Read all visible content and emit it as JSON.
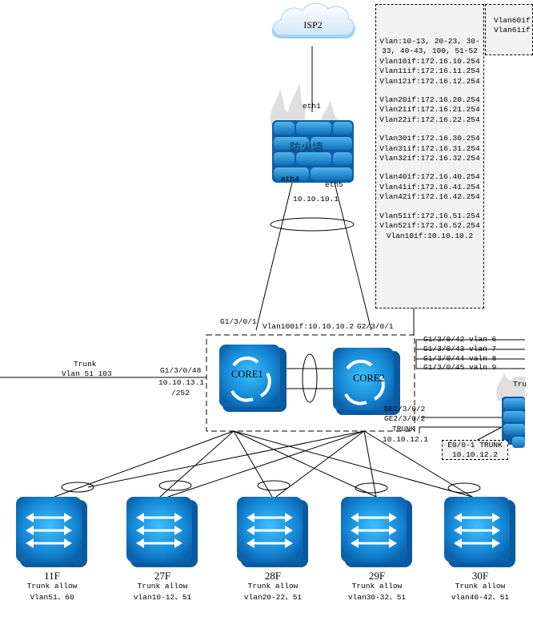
{
  "cloud": {
    "label": "ISP2"
  },
  "firewall": {
    "label": "防火墙",
    "port_top": "eth1",
    "port_left": "eth4",
    "port_right": "eth5",
    "ip": "10.10.10.1"
  },
  "vlan_note": {
    "lines": [
      "Vlan:10-13, 20-23, 30-",
      "33, 40-43, 100, 51-52",
      "Vlan10if:172.16.10.254",
      "Vlan11if:172.16.11.254",
      "Vlan12if:172.16.12.254",
      "",
      "Vlan20if:172.16.20.254",
      "Vlan21if:172.16.21.254",
      "Vlan22if:172.16.22.254",
      "",
      "Vlan30if:172.16.30.254",
      "Vlan31if:172.16.31.254",
      "Vlan32if:172.16.32.254",
      "",
      "Vlan40if:172.16.40.254",
      "Vlan41if:172.16.41.254",
      "Vlan42if:172.16.42.254",
      "",
      "Vlan51if:172.16.51.254",
      "Vlan52if:172.16.52.254",
      "Vlan10if:10.10.10.2"
    ]
  },
  "vlan_note_2": {
    "lines": [
      "Vlan60if",
      "Vlan61if"
    ]
  },
  "core": {
    "core1": "CORE1",
    "core2": "CORE2",
    "port_left_up": "G1/3/0/1",
    "port_right_up": "G2/3/0/1",
    "vlanif": "Vlan100if:10.10.10.2",
    "left_trunk": "Trunk",
    "left_vlan": "Vlan 51 103",
    "left_port": "G1/3/0/48",
    "left_ip": "10.10.13.1",
    "left_mask": "/252",
    "right_ports": [
      "G1/3/0/42 vlan 6",
      "G1/3/0/43 vlan 7",
      "G1/3/0/44 valn 8",
      "G1/3/0/45 valn 9"
    ],
    "ge_ports": [
      "GE1/3/0/2",
      "GE2/3/0/2"
    ],
    "trunk": "TRUNK",
    "trunk_ip": "10.10.12.1"
  },
  "right_firewall": {
    "label_partial": "Tru"
  },
  "e0_note": {
    "line1": "E0/0-1 TRUNK",
    "line2": "10.10.12.2"
  },
  "access_switches": [
    {
      "name": "11F",
      "line1": "Trunk allow",
      "line2": "Vlan51、60"
    },
    {
      "name": "27F",
      "line1": "Trunk allow",
      "line2": "vlan10-12、51"
    },
    {
      "name": "28F",
      "line1": "Trunk allow",
      "line2": "vlan20-22、51"
    },
    {
      "name": "29F",
      "line1": "Trunk allow",
      "line2": "vlan30-32、51"
    },
    {
      "name": "30F",
      "line1": "Trunk allow",
      "line2": "vlan40-42、51"
    }
  ],
  "colors": {
    "device_blue": "#1a8fd6",
    "device_dark": "#0b5fa8",
    "note_bg": "#f2f2f2"
  }
}
